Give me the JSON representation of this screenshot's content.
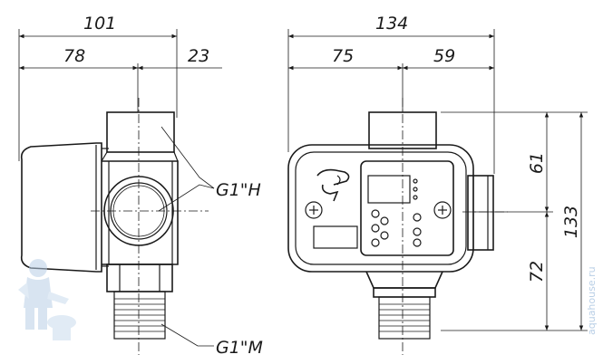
{
  "left_view": {
    "dim_overall": "101",
    "dim_left": "78",
    "dim_right": "23",
    "thread_top": "G1\"H",
    "thread_bottom": "G1\"M"
  },
  "right_view": {
    "dim_overall": "134",
    "dim_left": "75",
    "dim_right": "59",
    "dim_upper": "61",
    "dim_lower": "72",
    "dim_total_height": "133"
  },
  "watermark": {
    "text": "aquahouse.ru",
    "mascot_icon": "plumber-mascot-icon"
  },
  "colors": {
    "line": "#1a1a1a",
    "watermark": "#b9cfe6"
  }
}
